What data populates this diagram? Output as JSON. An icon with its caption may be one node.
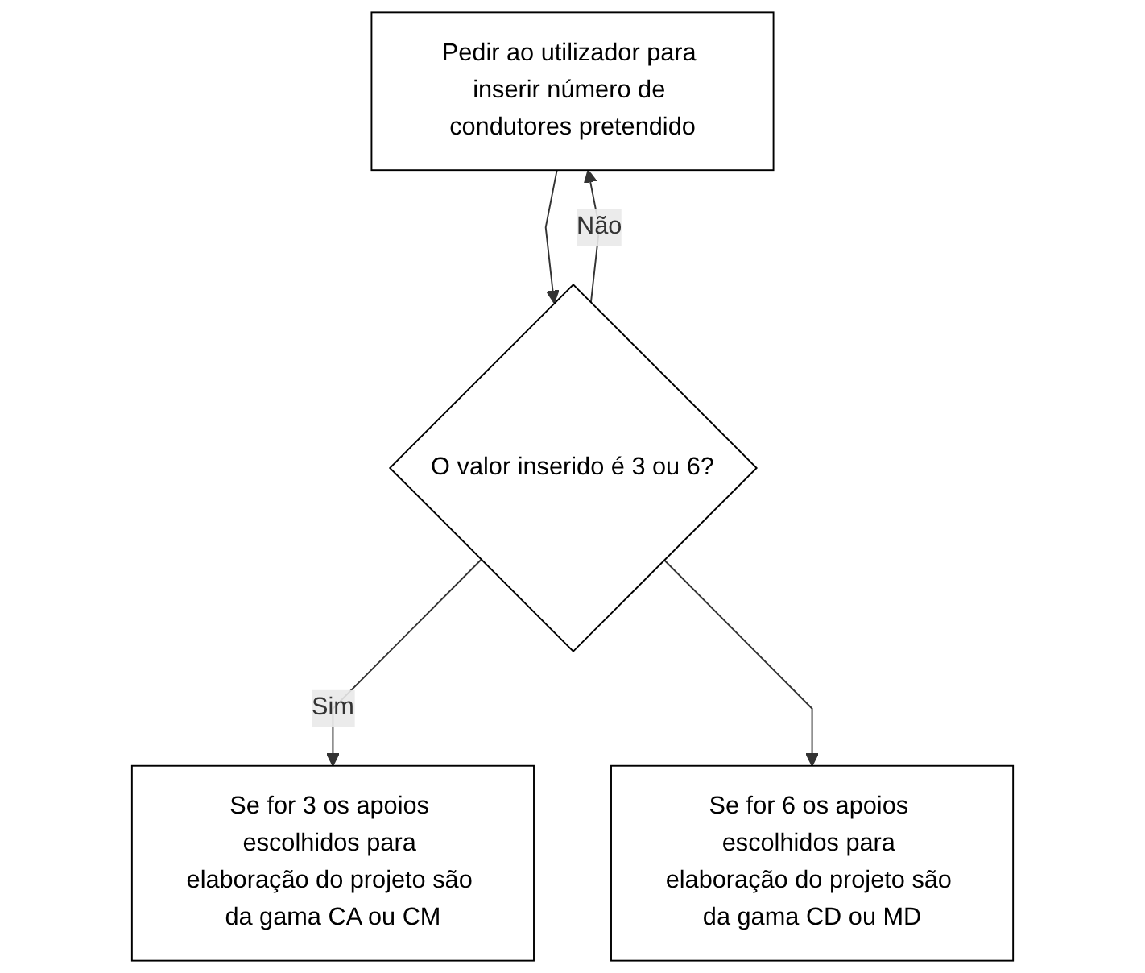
{
  "diagram": {
    "nodes": [
      {
        "text": [
          "Pedir ao utilizador para inserir número de condutores pretendido"
        ]
      },
      {
        "text": [
          "O valor inserido é 3 ou 6?"
        ]
      },
      {
        "text": [
          "Se for 3 os apoios escolhidos para elaboração do projeto são da gama CA ou CM"
        ]
      },
      {
        "text": [
          "Se for 6 os apoios escolhidos para elaboração do projeto são da gama CD ou MD"
        ]
      }
    ],
    "edges": [
      {
        "from": 0,
        "to": 1,
        "arrow": "to"
      },
      {
        "from": 1,
        "to": 0,
        "arrow": "to",
        "label": "Não"
      },
      {
        "from": 1,
        "to": 2,
        "arrow": "to",
        "label": "Sim"
      },
      {
        "from": 1,
        "to": 3,
        "arrow": "to"
      }
    ]
  }
}
